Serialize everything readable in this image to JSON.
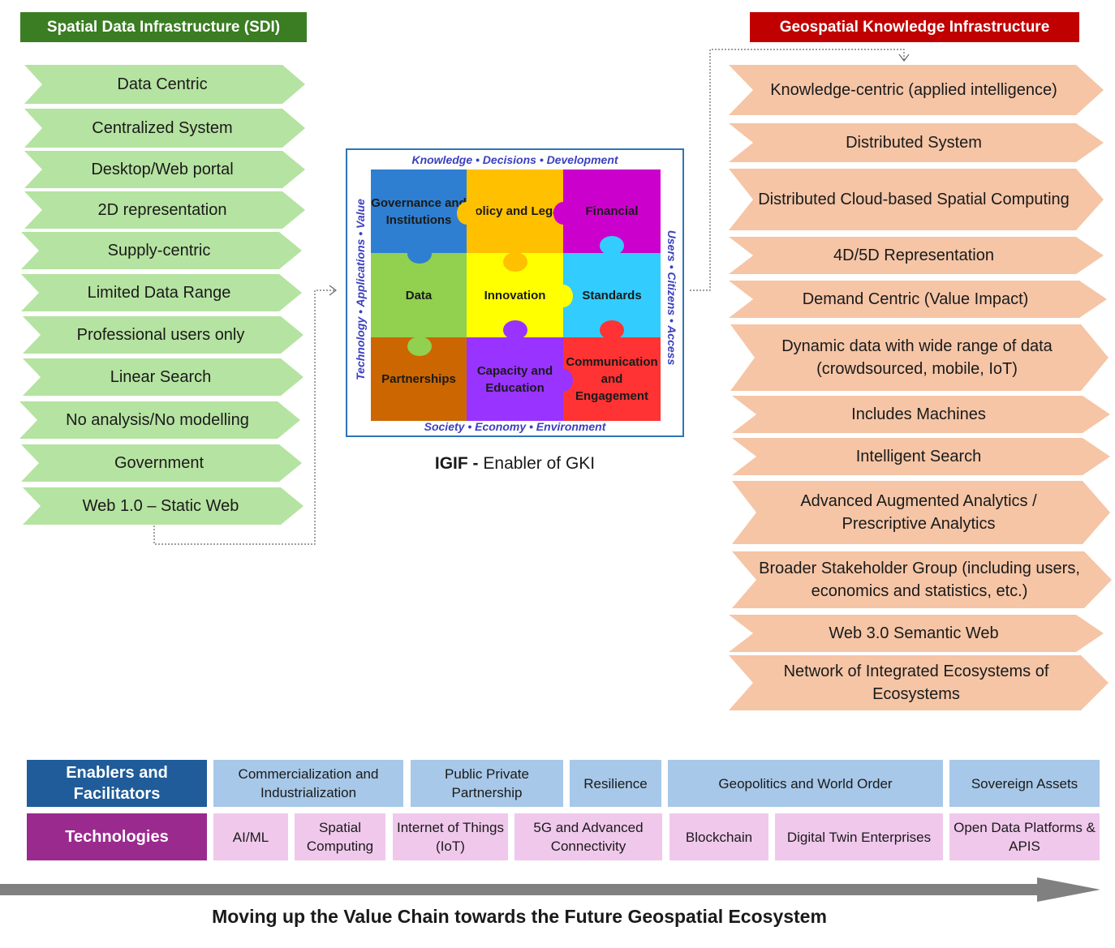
{
  "sdi": {
    "title": "Spatial Data Infrastructure (SDI)",
    "items": [
      "Data Centric",
      "Centralized System",
      "Desktop/Web portal",
      "2D representation",
      "Supply-centric",
      "Limited Data Range",
      "Professional users only",
      "Linear Search",
      "No analysis/No modelling",
      "Government",
      "Web 1.0 – Static Web"
    ]
  },
  "gki": {
    "title": "Geospatial Knowledge Infrastructure",
    "items": [
      "Knowledge-centric (applied intelligence)",
      "Distributed System",
      "Distributed Cloud-based Spatial Computing",
      "4D/5D Representation",
      "Demand Centric (Value Impact)",
      "Dynamic data with wide range of data (crowdsourced, mobile, IoT)",
      "Includes Machines",
      "Intelligent Search",
      "Advanced Augmented Analytics / Prescriptive Analytics",
      "Broader Stakeholder Group (including users, economics and statistics, etc.)",
      "Web 3.0 Semantic Web",
      "Network of Integrated Ecosystems of Ecosystems"
    ]
  },
  "igif": {
    "top_text": "Knowledge  •  Decisions  •  Development",
    "bottom_text": "Society  •  Economy  •  Environment",
    "left_text": "Technology  •  Applications  •  Value",
    "right_text": "Users  •  Citizens  •  Access",
    "pieces": [
      "Governance and Institutions",
      "Policy and Legal",
      "Financial",
      "Data",
      "Innovation",
      "Standards",
      "Partnerships",
      "Capacity and Education",
      "Communication and Engagement"
    ],
    "caption_bold": "IGIF -",
    "caption_rest": " Enabler of GKI"
  },
  "enablers": {
    "label": "Enablers and Facilitators",
    "items": [
      "Commercialization and Industrialization",
      "Public Private Partnership",
      "Resilience",
      "Geopolitics and World Order",
      "Sovereign Assets"
    ]
  },
  "technologies": {
    "label": "Technologies",
    "items": [
      "AI/ML",
      "Spatial Computing",
      "Internet of Things (IoT)",
      "5G and Advanced Connectivity",
      "Blockchain",
      "Digital Twin Enterprises",
      "Open Data Platforms & APIS"
    ]
  },
  "footer": {
    "title": "Moving up the Value Chain towards the Future Geospatial Ecosystem"
  },
  "colors": {
    "sdi_header": "#3a7d22",
    "gki_header": "#c00000",
    "sdi_chevron": "#b5e3a1",
    "gki_chevron": "#f5c5a6",
    "enablers_label": "#1f5c99",
    "enablers_cell": "#a7c8e8",
    "technologies_label": "#9b2a8f",
    "technologies_cell": "#f0c8ec",
    "arrow": "#808080"
  }
}
